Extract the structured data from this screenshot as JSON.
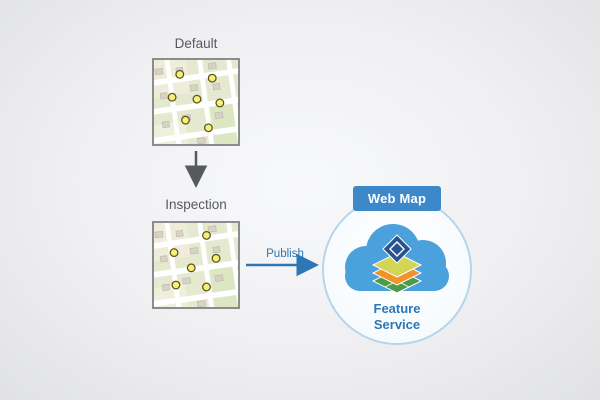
{
  "diagram": {
    "default_label": "Default",
    "inspection_label": "Inspection",
    "publish_label": "Publish",
    "web_map_badge": "Web Map",
    "feature_service_label": "Feature Service",
    "icons": {
      "map_thumbnail": "street-map-with-yellow-point-features",
      "cloud": "cloud-icon",
      "layers_stack": "feature-layers-stack-icon",
      "arrow_down": "down-arrow",
      "arrow_publish": "right-arrow"
    },
    "colors": {
      "accent_blue": "#2e77b5",
      "badge_blue": "#3d88c9",
      "cloud_blue": "#4ba1dc",
      "circle_outline": "#b5d5ec",
      "label_gray": "#58595b",
      "map_border_gray": "#8c8c8c",
      "point_yellow": "#f9ef74",
      "background": "#ecedef"
    }
  }
}
